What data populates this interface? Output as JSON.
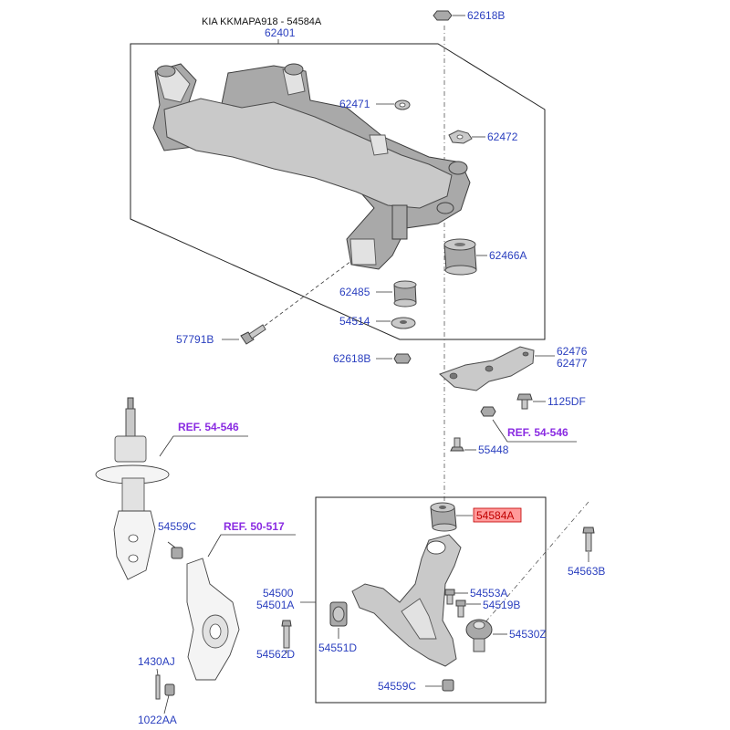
{
  "diagram": {
    "title": "KIA KKMAPA918 - 54584A",
    "parts": {
      "p62401": "62401",
      "p62618B_top": "62618B",
      "p62471": "62471",
      "p62472": "62472",
      "p62466A": "62466A",
      "p62485": "62485",
      "p54514": "54514",
      "p57791B": "57791B",
      "p62618B_low": "62618B",
      "p62476": "62476",
      "p62477": "62477",
      "p1125DF": "1125DF",
      "p55448": "55448",
      "p54584A": "54584A",
      "p54563B": "54563B",
      "p54559C_left": "54559C",
      "p54500": "54500",
      "p54501A": "54501A",
      "p54562D": "54562D",
      "p54553A": "54553A",
      "p54519B": "54519B",
      "p54530Z": "54530Z",
      "p54551D": "54551D",
      "p54559C_low": "54559C",
      "p1430AJ": "1430AJ",
      "p1022AA": "1022AA"
    },
    "refs": {
      "ref_strut": "REF. 54-546",
      "ref_right": "REF. 54-546",
      "ref_knuckle": "REF. 50-517"
    },
    "colors": {
      "label": "#2a3fbf",
      "reference": "#8a2be2",
      "highlight_fill": "#ff9a9a",
      "highlight_text": "#c00000"
    }
  }
}
